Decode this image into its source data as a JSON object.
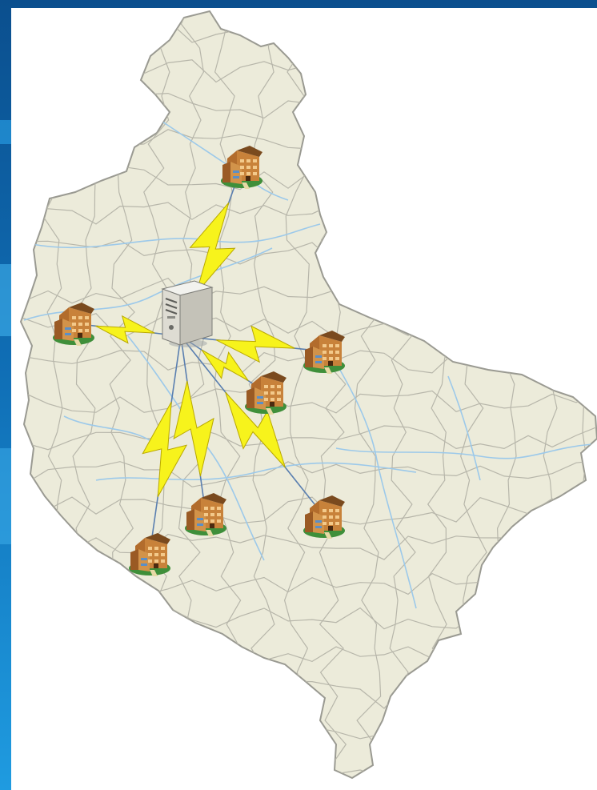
{
  "colors": {
    "frame_dark": "#0b4f8e",
    "frame_light": "#1f9be0",
    "canvas": "#ffffff",
    "region_fill": "#ecebda",
    "region_border": "#9a9a92",
    "district_line": "#b7b6aa",
    "river": "#9cc9ea",
    "link_line": "#5a7fb0",
    "lightning_fill": "#f7f31c",
    "lightning_stroke": "#b9a800"
  },
  "diagram": {
    "hub": {
      "icon": "server-icon"
    },
    "nodes": [
      {
        "id": "north",
        "icon": "school-building-icon"
      },
      {
        "id": "west",
        "icon": "school-building-icon"
      },
      {
        "id": "east",
        "icon": "school-building-icon"
      },
      {
        "id": "center",
        "icon": "school-building-icon"
      },
      {
        "id": "south-east",
        "icon": "school-building-icon"
      },
      {
        "id": "south-center",
        "icon": "school-building-icon"
      },
      {
        "id": "south-west",
        "icon": "school-building-icon"
      }
    ],
    "links": [
      {
        "from": "hub",
        "to": "north",
        "type": "wireless"
      },
      {
        "from": "hub",
        "to": "west",
        "type": "wireless"
      },
      {
        "from": "hub",
        "to": "east",
        "type": "wireless"
      },
      {
        "from": "hub",
        "to": "center",
        "type": "wireless"
      },
      {
        "from": "hub",
        "to": "south-east",
        "type": "wireless"
      },
      {
        "from": "hub",
        "to": "south-center",
        "type": "wireless"
      },
      {
        "from": "hub",
        "to": "south-west",
        "type": "wireless"
      }
    ]
  }
}
